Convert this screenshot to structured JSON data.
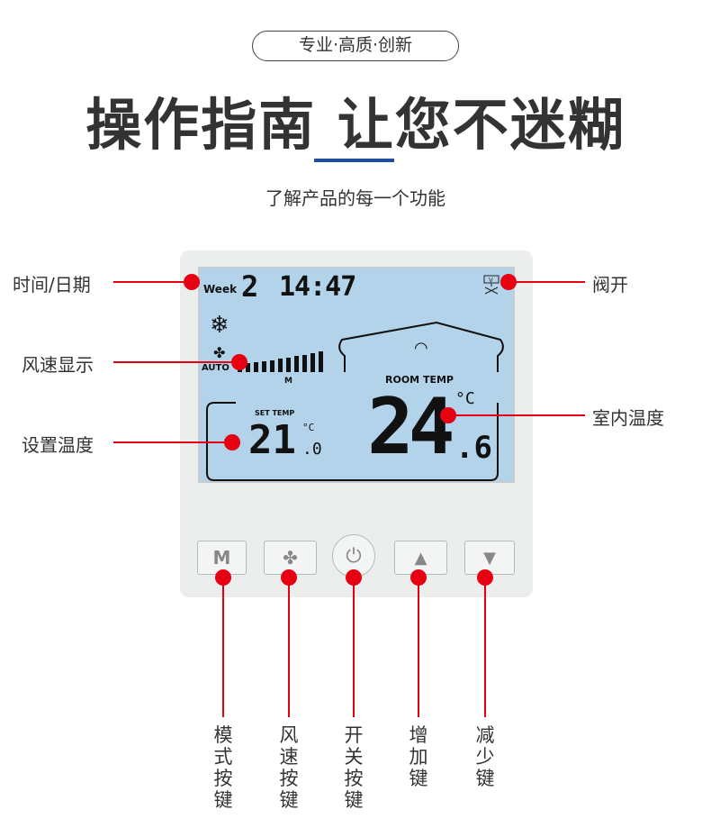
{
  "header": {
    "tagline": "专业·高质·创新",
    "title": "操作指南 让您不迷糊",
    "subtitle": "了解产品的每一个功能"
  },
  "lcd": {
    "week_label": "Week",
    "week_value": "2",
    "time": "14:47",
    "fan_auto": "AUTO",
    "fan_speed": "M",
    "room_temp_label": "ROOM TEMP",
    "room_temp_int": "24",
    "room_temp_dec": ".6",
    "set_temp_label": "SET TEMP",
    "set_temp_int": "21",
    "set_temp_dec": ".0",
    "unit": "°C",
    "fan_level": 1.0
  },
  "callouts": {
    "time_date": "时间/日期",
    "fan_speed_display": "风速显示",
    "set_temp": "设置温度",
    "valve_open": "阀开",
    "room_temp": "室内温度"
  },
  "buttons": {
    "mode": "M",
    "mode_label": "模式按键",
    "fan_label": "风速按键",
    "power_label": "开关按键",
    "up_label": "增加键",
    "down_label": "减少键"
  },
  "colors": {
    "accent": "#e60012",
    "title_bar": "#1f4e9c",
    "lcd": "#b2d3ea"
  }
}
